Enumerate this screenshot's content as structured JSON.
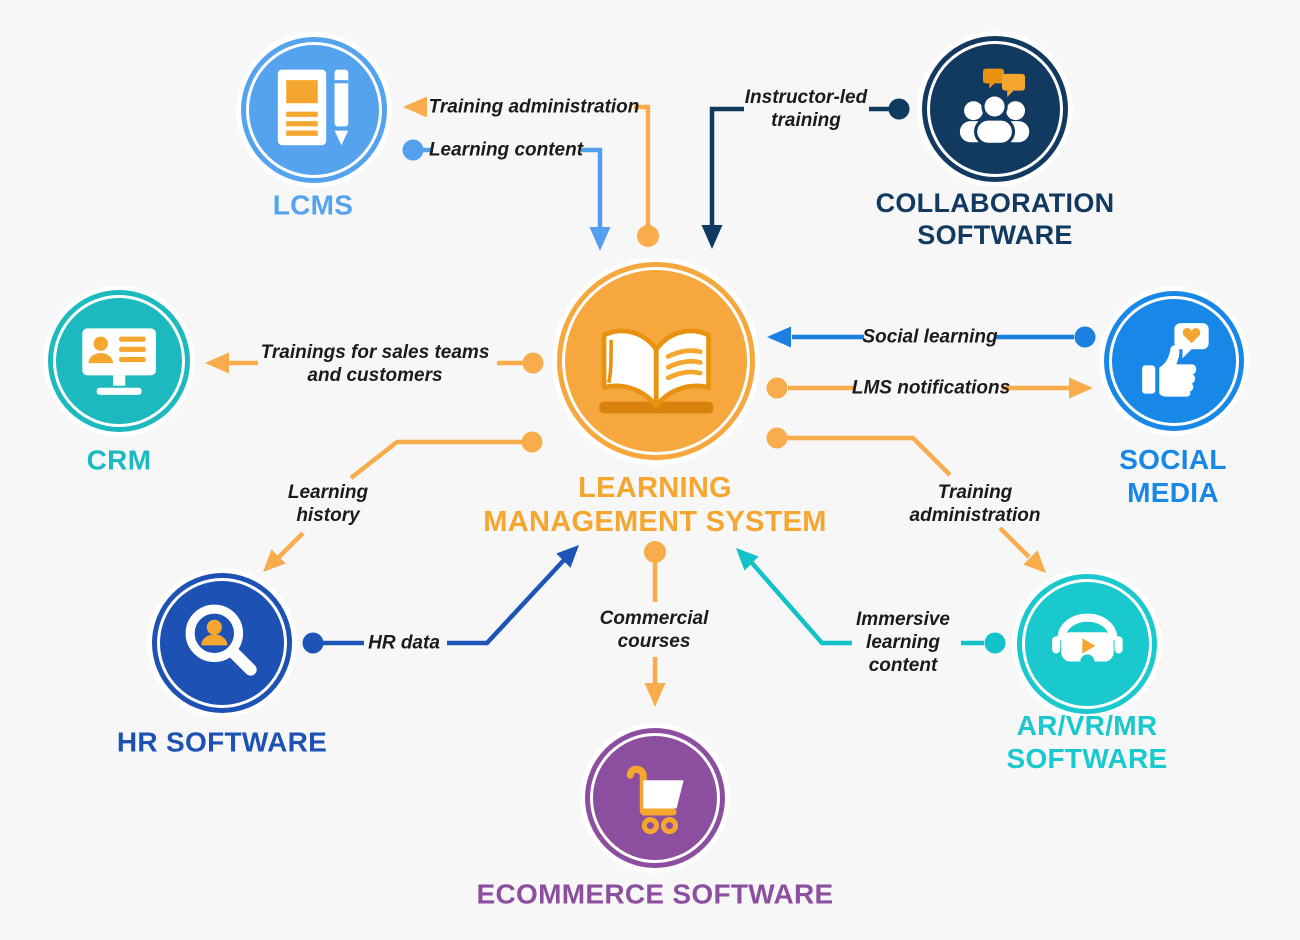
{
  "background": "#F7F7F7",
  "center_node": {
    "label": "LEARNING\nMANAGEMENT SYSTEM",
    "color": "#F6A83F",
    "label_color": "#F5A62E",
    "icon": "open-book-icon"
  },
  "nodes": {
    "lcms": {
      "label": "LCMS",
      "color": "#55A3EE",
      "icon": "document-pencil-icon"
    },
    "collaboration": {
      "label": "COLLABORATION\nSOFTWARE",
      "color": "#123A60",
      "icon": "team-chat-icon"
    },
    "crm": {
      "label": "CRM",
      "color": "#1CBABF",
      "icon": "crm-monitor-icon"
    },
    "social_media": {
      "label": "SOCIAL\nMEDIA",
      "color": "#1787E8",
      "icon": "thumbs-up-icon"
    },
    "hr": {
      "label": "HR SOFTWARE",
      "color": "#1D52B4",
      "icon": "magnifier-person-icon"
    },
    "arvr": {
      "label": "AR/VR/MR SOFTWARE",
      "color": "#19C9CD",
      "icon": "vr-headset-icon"
    },
    "ecommerce": {
      "label": "ECOMMERCE SOFTWARE",
      "color": "#8C4F9F",
      "icon": "shopping-cart-icon"
    }
  },
  "connections": {
    "training_administration_lcms": {
      "label": "Training administration",
      "color": "#F9AC4B",
      "from": "LMS",
      "to": "LCMS"
    },
    "learning_content": {
      "label": "Learning content",
      "color": "#55A0EE",
      "from": "LCMS",
      "to": "LMS"
    },
    "instructor_led_training": {
      "label": "Instructor-led\ntraining",
      "color": "#113A5F",
      "from": "Collaboration software",
      "to": "LMS"
    },
    "trainings_for_sales": {
      "label": "Trainings for sales teams\nand customers",
      "color": "#F9AC4B",
      "from": "LMS",
      "to": "CRM"
    },
    "social_learning": {
      "label": "Social learning",
      "color": "#1E7FE2",
      "from": "Social media",
      "to": "LMS"
    },
    "lms_notifications": {
      "label": "LMS notifications",
      "color": "#F9AC4B",
      "from": "LMS",
      "to": "Social media"
    },
    "learning_history": {
      "label": "Learning\nhistory",
      "color": "#F9AC4B",
      "from": "LMS",
      "to": "HR software"
    },
    "hr_data": {
      "label": "HR data",
      "color": "#1D54B6",
      "from": "HR software",
      "to": "LMS"
    },
    "commercial_courses": {
      "label": "Commercial\ncourses",
      "color": "#F9AC4B",
      "from": "LMS",
      "to": "Ecommerce software"
    },
    "immersive_learning_content": {
      "label": "Immersive\nlearning\ncontent",
      "color": "#12C2C9",
      "from": "AR/VR/MR software",
      "to": "LMS"
    },
    "training_administration_arvr": {
      "label": "Training\nadministration",
      "color": "#F9AC4B",
      "from": "LMS",
      "to": "AR/VR/MR software"
    }
  }
}
